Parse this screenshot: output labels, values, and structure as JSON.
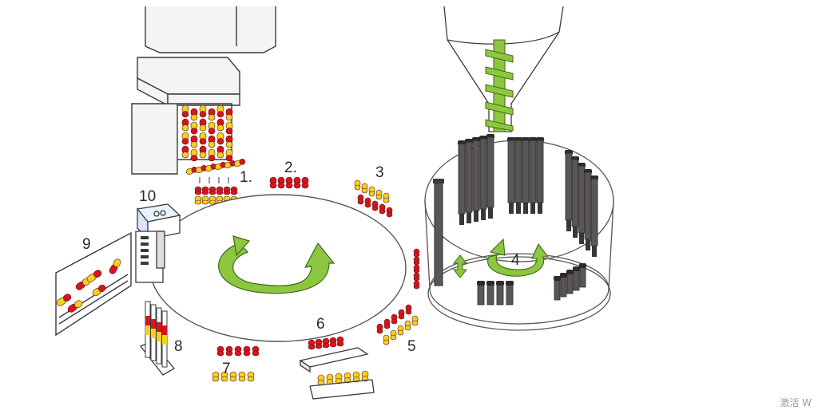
{
  "labels": {
    "step1": "1.",
    "step2": "2.",
    "step3": "3",
    "step4": "4",
    "step5": "5",
    "step6": "6",
    "step7": "7",
    "step8": "8",
    "step9": "9",
    "step10": "10"
  },
  "watermark": "激活 W",
  "colors": {
    "capsule_red": "#d8141c",
    "capsule_yellow": "#f2d21e",
    "rotation_arrow": "#8dc63f",
    "tamping_pin": "#5a5556",
    "outline": "#3a3a3a"
  }
}
